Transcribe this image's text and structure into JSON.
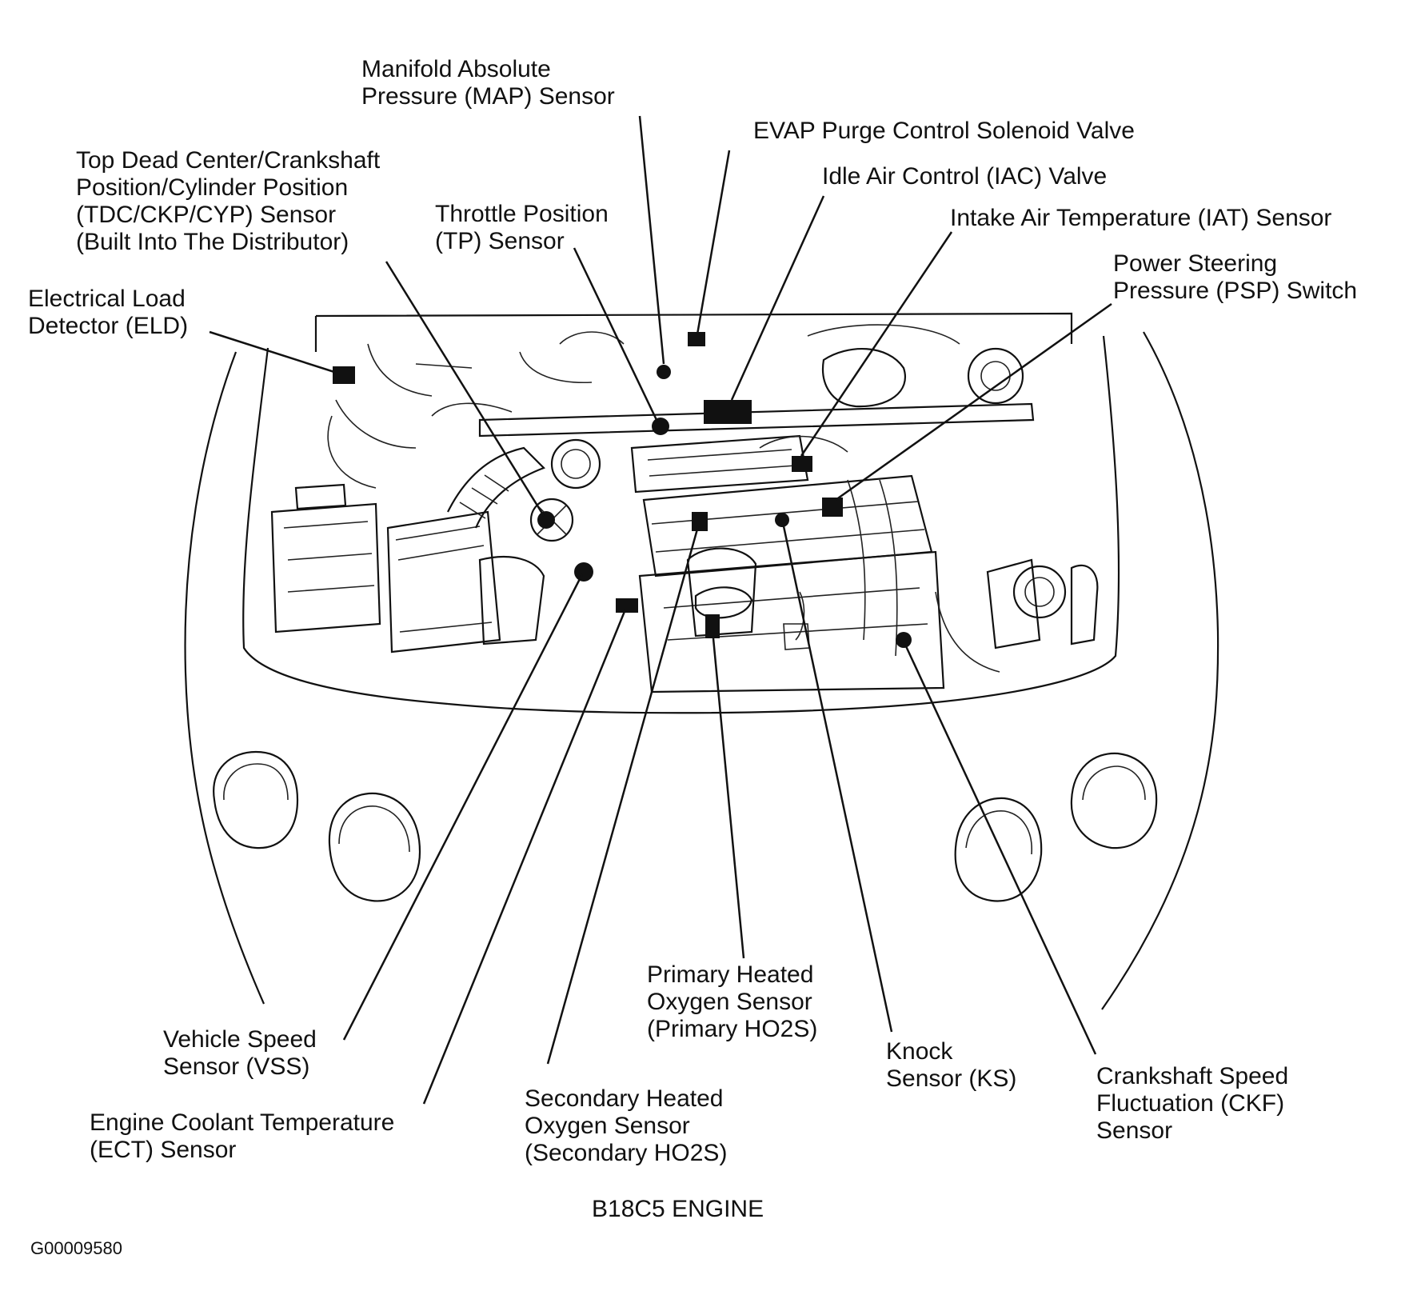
{
  "figure": {
    "caption": "B18C5 ENGINE",
    "id": "G00009580"
  },
  "labels": {
    "map": [
      "Manifold Absolute",
      "Pressure (MAP) Sensor"
    ],
    "evap": [
      "EVAP Purge Control Solenoid Valve"
    ],
    "iac": [
      "Idle Air Control (IAC) Valve"
    ],
    "iat": [
      "Intake Air Temperature (IAT) Sensor"
    ],
    "psp": [
      "Power Steering",
      "Pressure (PSP) Switch"
    ],
    "tdc": [
      "Top Dead Center/Crankshaft",
      "Position/Cylinder Position",
      "(TDC/CKP/CYP) Sensor",
      "(Built Into The Distributor)"
    ],
    "tp": [
      "Throttle Position",
      "(TP) Sensor"
    ],
    "eld": [
      "Electrical Load",
      "Detector (ELD)"
    ],
    "vss": [
      "Vehicle Speed",
      "Sensor (VSS)"
    ],
    "ect": [
      "Engine Coolant Temperature",
      "(ECT) Sensor"
    ],
    "ho2s_secondary": [
      "Secondary Heated",
      "Oxygen Sensor",
      "(Secondary HO2S)"
    ],
    "ho2s_primary": [
      "Primary Heated",
      "Oxygen Sensor",
      "(Primary HO2S)"
    ],
    "ks": [
      "Knock",
      "Sensor (KS)"
    ],
    "ckf": [
      "Crankshaft Speed",
      "Fluctuation (CKF)",
      "Sensor"
    ]
  },
  "colors": {
    "line": "#111111",
    "background": "#ffffff"
  }
}
